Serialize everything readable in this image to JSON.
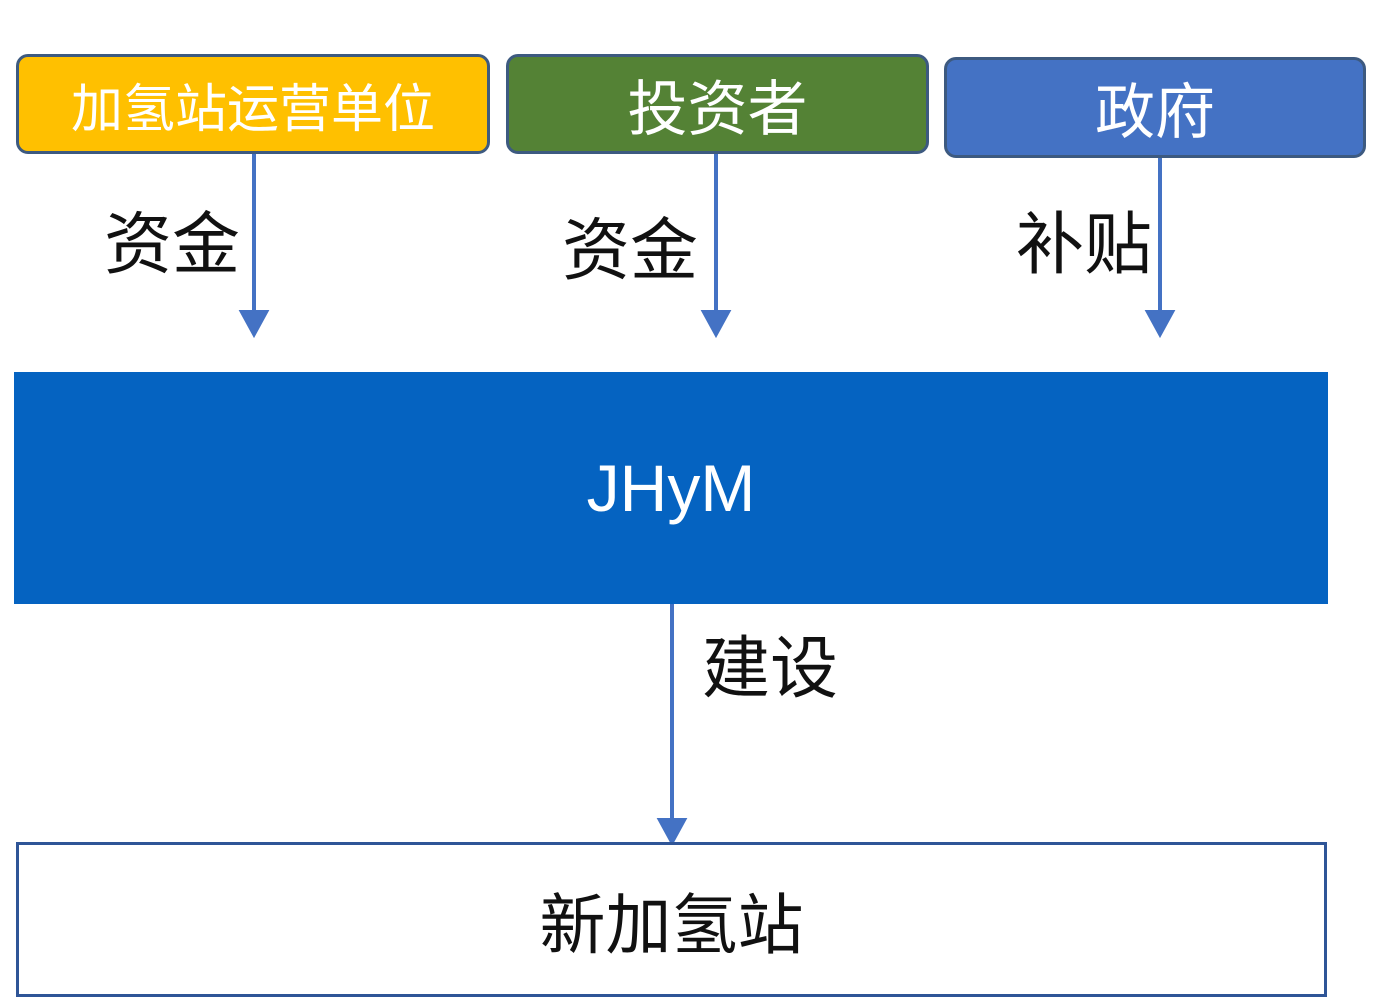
{
  "sources": {
    "operator": "加氢站运营单位",
    "investor": "投资者",
    "government": "政府"
  },
  "flows": {
    "operator_to_jhym": "资金",
    "investor_to_jhym": "资金",
    "government_to_jhym": "补贴",
    "jhym_to_station": "建设"
  },
  "center": "JHyM",
  "target": "新加氢站",
  "colors": {
    "operator": "#ffc000",
    "investor": "#548235",
    "government": "#4472c4",
    "jhym": "#0563c1",
    "arrow": "#4472c4"
  }
}
